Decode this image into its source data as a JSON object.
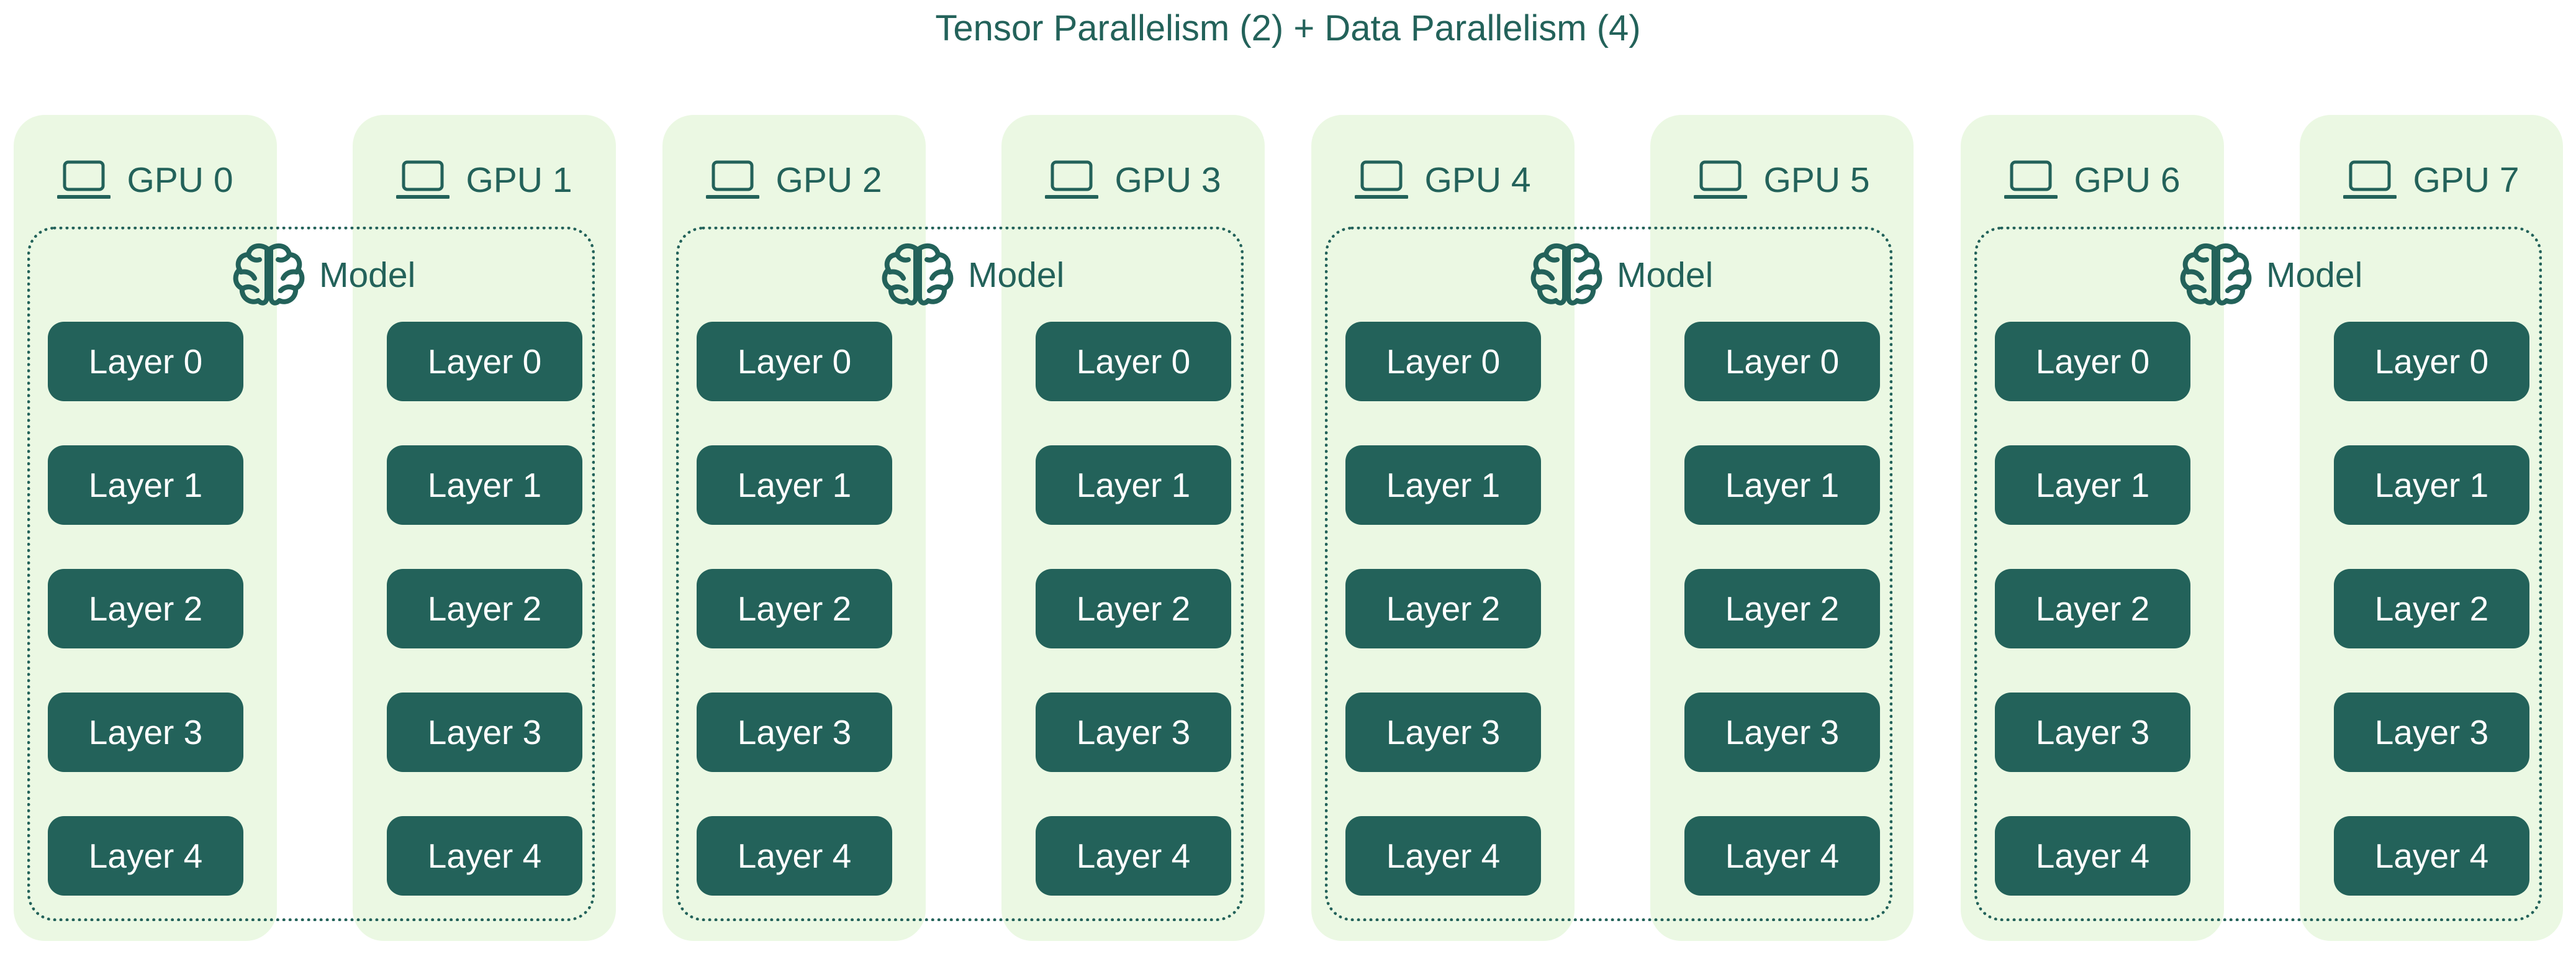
{
  "title": "Tensor Parallelism (2) + Data Parallelism (4)",
  "icons": {
    "gpu_icon": "laptop-icon",
    "model_icon": "brain-icon"
  },
  "colors": {
    "primary": "#23625a",
    "gpu_background": "#ebf8e3",
    "layer_text": "#ffffff"
  },
  "gpus": [
    {
      "label": "GPU 0",
      "layers": [
        "Layer 0",
        "Layer 1",
        "Layer 2",
        "Layer 3",
        "Layer 4"
      ]
    },
    {
      "label": "GPU 1",
      "layers": [
        "Layer 0",
        "Layer 1",
        "Layer 2",
        "Layer 3",
        "Layer 4"
      ]
    },
    {
      "label": "GPU 2",
      "layers": [
        "Layer 0",
        "Layer 1",
        "Layer 2",
        "Layer 3",
        "Layer 4"
      ]
    },
    {
      "label": "GPU 3",
      "layers": [
        "Layer 0",
        "Layer 1",
        "Layer 2",
        "Layer 3",
        "Layer 4"
      ]
    },
    {
      "label": "GPU 4",
      "layers": [
        "Layer 0",
        "Layer 1",
        "Layer 2",
        "Layer 3",
        "Layer 4"
      ]
    },
    {
      "label": "GPU 5",
      "layers": [
        "Layer 0",
        "Layer 1",
        "Layer 2",
        "Layer 3",
        "Layer 4"
      ]
    },
    {
      "label": "GPU 6",
      "layers": [
        "Layer 0",
        "Layer 1",
        "Layer 2",
        "Layer 3",
        "Layer 4"
      ]
    },
    {
      "label": "GPU 7",
      "layers": [
        "Layer 0",
        "Layer 1",
        "Layer 2",
        "Layer 3",
        "Layer 4"
      ]
    }
  ],
  "models": [
    {
      "label": "Model"
    },
    {
      "label": "Model"
    },
    {
      "label": "Model"
    },
    {
      "label": "Model"
    }
  ]
}
